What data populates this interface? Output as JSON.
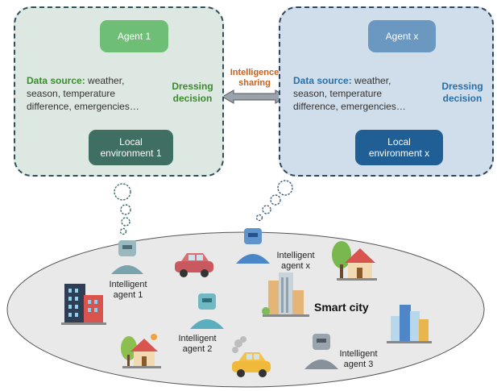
{
  "left_panel": {
    "agent_label": "Agent 1",
    "env_label_line1": "Local",
    "env_label_line2": "environment 1",
    "data_source_bold": "Data source:",
    "data_source_line1_rest": " weather,",
    "data_source_line2": "season, temperature",
    "data_source_line3": "difference, emergencies…",
    "decision_line1": "Dressing",
    "decision_line2": "decision"
  },
  "right_panel": {
    "agent_label": "Agent x",
    "env_label_line1": "Local",
    "env_label_line2": "environment x",
    "data_source_bold": "Data source:",
    "data_source_line1_rest": " weather,",
    "data_source_line2": "season, temperature",
    "data_source_line3": "difference, emergencies…",
    "decision_line1": "Dressing",
    "decision_line2": "decision"
  },
  "sharing": {
    "line1": "Intelligence",
    "line2": "sharing"
  },
  "city": {
    "title": "Smart city",
    "agents": [
      {
        "line1": "Intelligent",
        "line2": "agent 1"
      },
      {
        "line1": "Intelligent",
        "line2": "agent 2"
      },
      {
        "line1": "Intelligent",
        "line2": "agent 3"
      },
      {
        "line1": "Intelligent",
        "line2": "agent x"
      }
    ]
  },
  "colors": {
    "left_panel_bg": "#dde8e2",
    "right_panel_bg": "#cfdeea",
    "agent1_box": "#6fbe76",
    "env1_box": "#3e6f62",
    "agentx_box": "#6a98c0",
    "envx_box": "#1f5f95",
    "ellipse_fill": "#e9e9e9",
    "robot_gray": "#8e99a4",
    "robot_teal": "#5aaebd",
    "robot_blue": "#4a86c8"
  }
}
